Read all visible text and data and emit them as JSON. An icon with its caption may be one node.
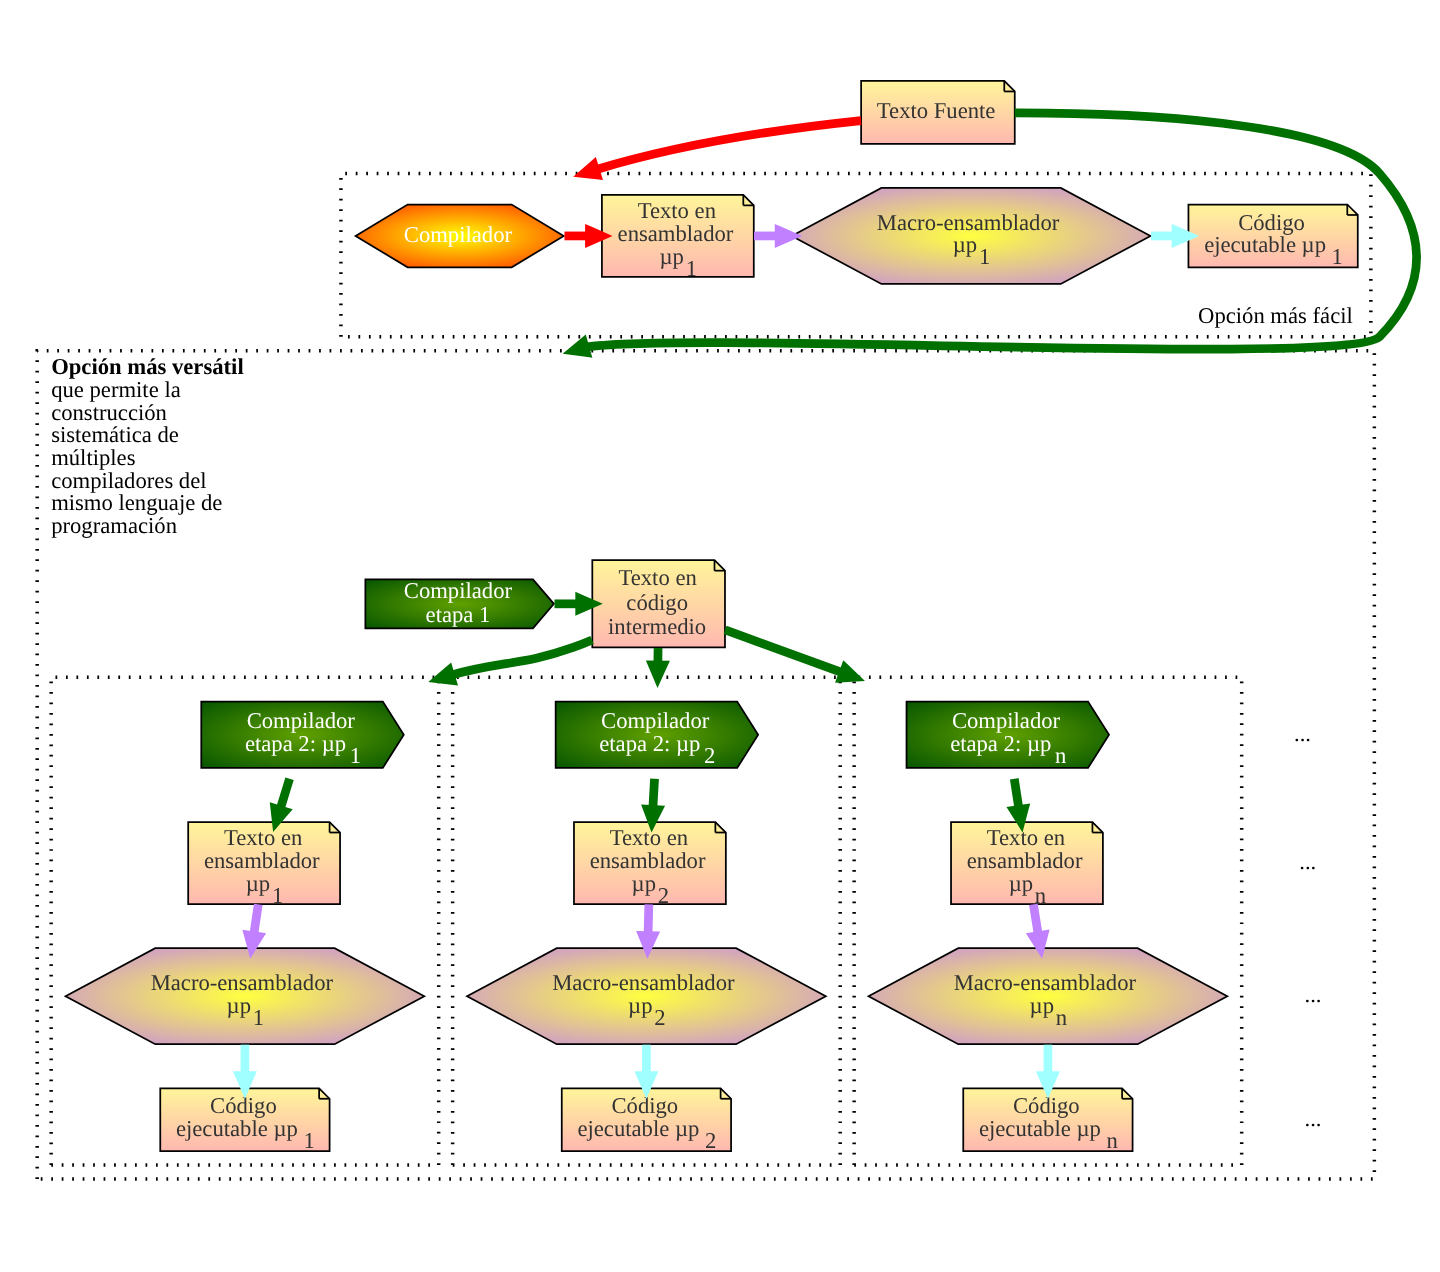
{
  "diagram": {
    "nodes": [
      {
        "text": [
          "Texto Fuente"
        ]
      },
      {
        "text": [
          "Opción más fácil"
        ]
      },
      {
        "text": [
          "Compilador"
        ],
        "in": 1
      },
      {
        "text": [
          "Texto en ensamblador µp$_{1}$"
        ],
        "in": 1
      },
      {
        "text": [
          "Macro-ensamblador µp$_{1}$"
        ],
        "in": 1
      },
      {
        "text": [
          "Código ejecutable µp$_{1}$"
        ],
        "in": 1
      },
      {
        "text": [
          "**Opción más versátil** que permite la construcción sistemática de múltiples compiladores del mismo lenguaje de programación"
        ]
      },
      {
        "text": [
          "Compilador etapa 1"
        ],
        "in": 6
      },
      {
        "text": [
          "Texto en código intermedio"
        ],
        "in": 6
      },
      {
        "text": [],
        "shape": "box",
        "in": 6
      },
      {
        "text": [
          "Compilador etapa 2: µp$_{1}$"
        ],
        "in": 9
      },
      {
        "text": [
          "Texto en ensamblador µp$_{1}$"
        ],
        "in": 9
      },
      {
        "text": [
          "Macro-ensamblador µp$_{1}$"
        ],
        "in": 9
      },
      {
        "text": [
          "Código ejecutable µp$_{1}$"
        ],
        "in": 9
      },
      {
        "text": [],
        "shape": "box",
        "in": 6
      },
      {
        "text": [
          "Compilador etapa 2: µp$_{2}$"
        ],
        "in": 14
      },
      {
        "text": [
          "Texto en ensamblador µp$_{2}$"
        ],
        "in": 14
      },
      {
        "text": [
          "Macro-ensamblador µp$_{2}$"
        ],
        "in": 14
      },
      {
        "text": [
          "Código ejecutable µp$_{2}$"
        ],
        "in": 14
      },
      {
        "text": [],
        "shape": "box",
        "in": 6
      },
      {
        "text": [
          "Compilador etapa 2: µp$_{n}$"
        ],
        "in": 19
      },
      {
        "text": [
          "Texto en ensamblador µp$_{n}$"
        ],
        "in": 19
      },
      {
        "text": [
          "Macro-ensamblador µp$_{n}$"
        ],
        "in": 19
      },
      {
        "text": [
          "Código ejecutable µp$_{n}$"
        ],
        "in": 19
      }
    ],
    "edges": [
      {
        "from": 0,
        "to": 1,
        "arrow": "to",
        "color": "#ff0000"
      },
      {
        "from": 0,
        "to": 6,
        "arrow": "to"
      },
      {
        "from": 2,
        "to": 3,
        "arrow": "to",
        "color": "#ff0000"
      },
      {
        "from": 3,
        "to": 4,
        "arrow": "to",
        "color": "#c080ff"
      },
      {
        "from": 4,
        "to": 5,
        "arrow": "to",
        "color": "#a0ffff"
      },
      {
        "from": 7,
        "to": 8,
        "arrow": "to"
      },
      {
        "from": 8,
        "to": 9,
        "arrow": "to"
      },
      {
        "from": 8,
        "to": 14,
        "arrow": "to"
      },
      {
        "from": 8,
        "to": 19,
        "arrow": "to"
      },
      {
        "from": 10,
        "to": 11,
        "arrow": "to"
      },
      {
        "from": 11,
        "to": 12,
        "arrow": "to",
        "color": "#c080ff"
      },
      {
        "from": 12,
        "to": 13,
        "arrow": "to",
        "color": "#a0ffff"
      },
      {
        "from": 15,
        "to": 16,
        "arrow": "to"
      },
      {
        "from": 16,
        "to": 17,
        "arrow": "to",
        "color": "#c080ff"
      },
      {
        "from": 17,
        "to": 18,
        "arrow": "to",
        "color": "#a0ffff"
      },
      {
        "from": 20,
        "to": 21,
        "arrow": "to"
      },
      {
        "from": 21,
        "to": 22,
        "arrow": "to",
        "color": "#c080ff"
      },
      {
        "from": 22,
        "to": 23,
        "arrow": "to",
        "color": "#a0ffff"
      }
    ],
    "labels": [
      "...",
      "...",
      "...",
      "..."
    ]
  }
}
